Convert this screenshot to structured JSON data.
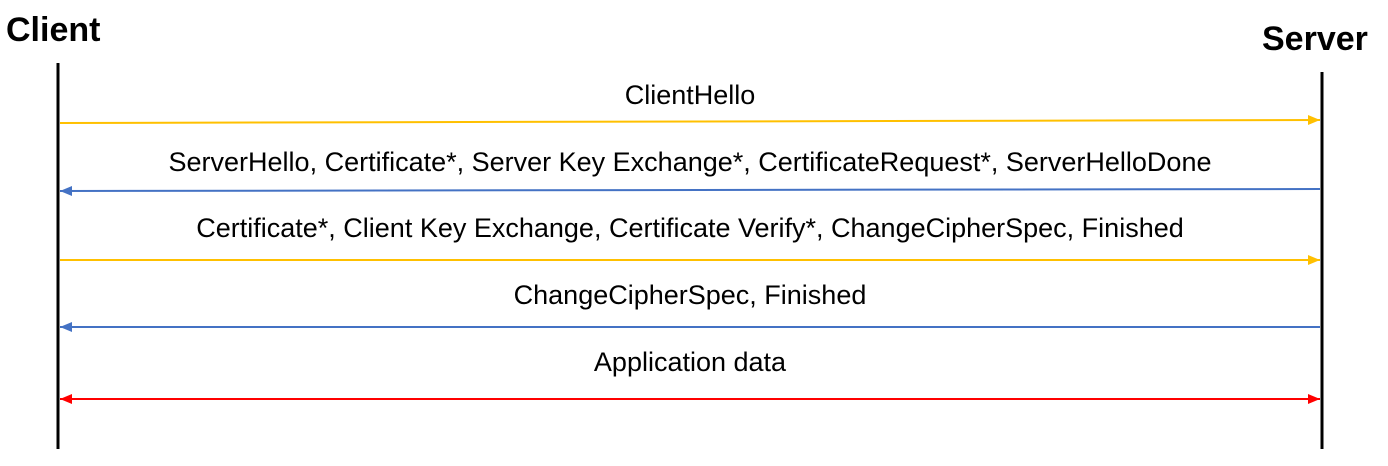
{
  "actors": {
    "client": "Client",
    "server": "Server"
  },
  "messages": [
    {
      "label": "ClientHello",
      "direction": "client-to-server",
      "color": "#FFC000"
    },
    {
      "label": "ServerHello, Certificate*, Server Key Exchange*, CertificateRequest*, ServerHelloDone",
      "direction": "server-to-client",
      "color": "#4472C4"
    },
    {
      "label": "Certificate*, Client Key Exchange, Certificate Verify*, ChangeCipherSpec, Finished",
      "direction": "client-to-server",
      "color": "#FFC000"
    },
    {
      "label": "ChangeCipherSpec, Finished",
      "direction": "server-to-client",
      "color": "#4472C4"
    },
    {
      "label": "Application data",
      "direction": "bidirectional",
      "color": "#FF0000"
    }
  ]
}
